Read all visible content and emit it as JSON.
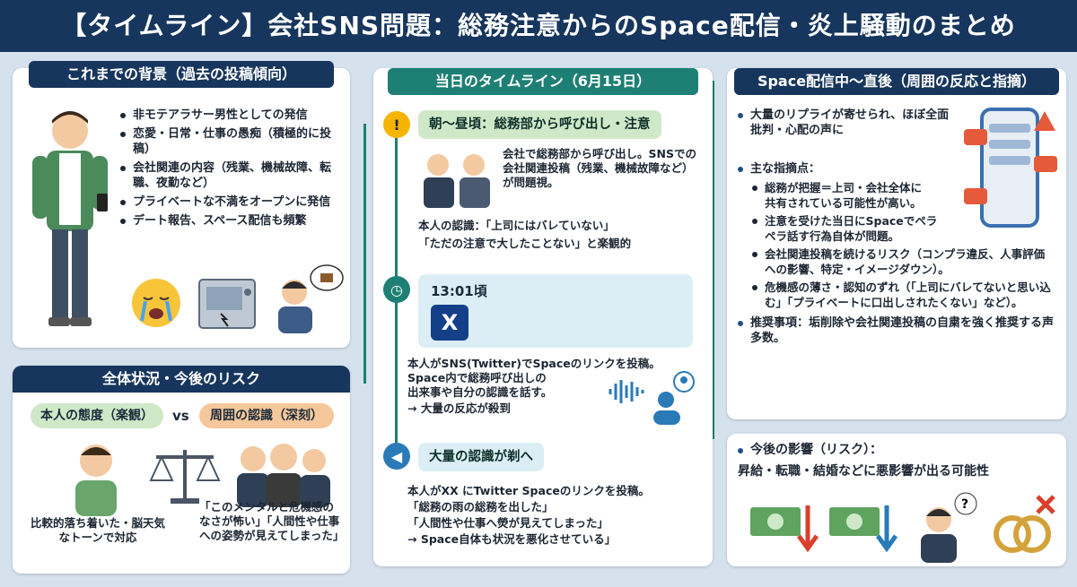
{
  "title": "【タイムライン】会社SNS問題：総務注意からのSpace配信・炎上騒動のまとめ",
  "background": {
    "header": "これまでの背景（過去の投稿傾向）",
    "items": [
      "非モテアラサー男性としての発信",
      "恋愛・日常・仕事の愚痴（積極的に投稿）",
      "会社関連の内容（残業、機械故障、転職、夜勤など）",
      "プライベートな不満をオープンに発信",
      "デート報告、スペース配信も頻繁"
    ]
  },
  "risk": {
    "header": "全体状況・今後のリスク",
    "self_label": "本人の態度（楽観）",
    "vs": "vs",
    "others_label": "周囲の認識（深刻）",
    "self_caption": "比較的落ち着いた・脳天気なトーンで対応",
    "others_caption": "「このメンタルと危機感のなさが怖い」「人間性や仕事への姿勢が見えてしまった」"
  },
  "timeline": {
    "header": "当日のタイムライン（6月15日）",
    "event1_title": "朝〜昼頃：総務部から呼び出し・注意",
    "event1_body": "会社で総務部から呼び出し。SNSでの会社関連投稿（残業、機械故障など）が問題視。",
    "event1_awareness_1": "本人の認識：「上司にはバレていない」",
    "event1_awareness_2": "「ただの注意で大したことない」と楽観的",
    "event2_time": "13:01頃",
    "event2_logo": "X",
    "event2_body_1": "本人がSNS(Twitter)でSpaceのリンクを投稿。",
    "event2_body_2": "Space内で総務呼び出しの",
    "event2_body_3": "出来事や自分の認識を話す。",
    "event2_body_4": "→ 大量の反応が殺到",
    "event3_title": "大量の認識が剃へ",
    "event3_body_1": "本人がXX にTwitter Spaceのリンクを投稿。",
    "event3_body_2": "「総務の雨の総務を出した」",
    "event3_body_3": "「人間性や仕事へ熒が見えてしまった」",
    "event3_body_4": "→ Space自体も状況を悪化させている」"
  },
  "reaction": {
    "header": "Space配信中〜直後（周囲の反応と指摘）",
    "item1": "大量のリプライが寄せられ、ほぼ全面批判・心配の声に",
    "item2": "主な指摘点：",
    "sub": [
      "総務が把握＝上司・会社全体に共有されている可能性が高い。",
      "注意を受けた当日にSpaceでペラペラ話す行為自体が問題。",
      "会社関連投稿を続けるリスク（コンプラ違反、人事評価への影響、特定・イメージダウン）。",
      "危機感の薄さ・認知のずれ（「上司にバレてないと思い込む」「プライベートに口出しされたくない」など）。"
    ],
    "item3": "推奨事項：垢削除や会社関連投稿の自粛を強く推奨する声多数。"
  },
  "future": {
    "title": "今後の影響（リスク）：",
    "body": "昇給・転職・結婚などに悪影響が出る可能性"
  },
  "colors": {
    "navy": "#17365d",
    "teal": "#1e7f74",
    "green_pill": "#cfe9c8",
    "orange_pill": "#f6c79a"
  }
}
